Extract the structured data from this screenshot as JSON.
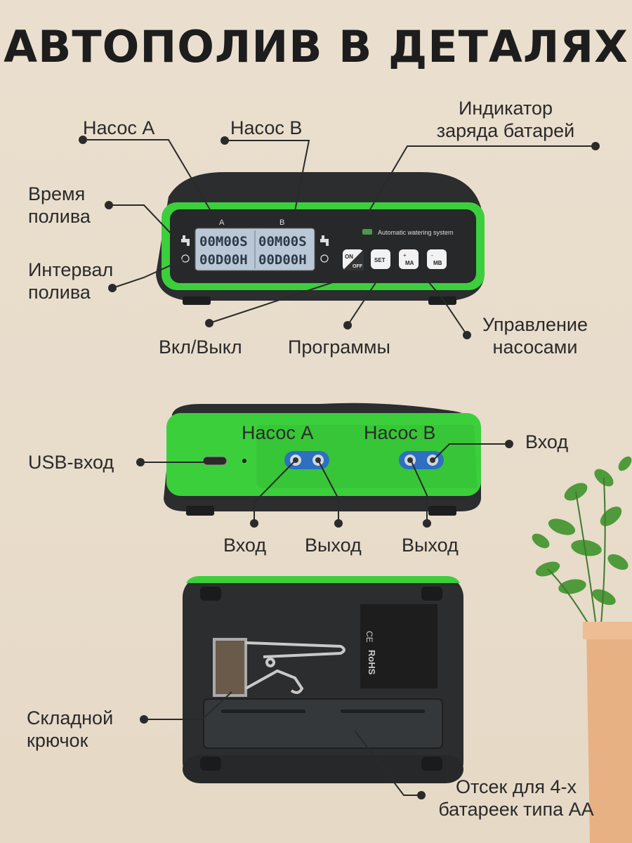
{
  "title": "АВТОПОЛИВ  В ДЕТАЛЯХ",
  "front": {
    "labels": {
      "pump_a": "Насос А",
      "pump_b": "Насос В",
      "battery": "Индикатор\nзаряда батарей",
      "watering_time": "Время\nполива",
      "watering_interval": "Интервал\nполива",
      "power": "Вкл/Выкл",
      "programs": "Программы",
      "pump_control": "Управление\nнасосами"
    },
    "device": {
      "channel_a": "A",
      "channel_b": "B",
      "brand_text": "Automatic watering system",
      "lcd_row1": "00M00S",
      "lcd_row2": "00D00H",
      "btn_on": "ON",
      "btn_off": "OFF",
      "btn_set": "SET",
      "btn_ma": "MA",
      "btn_mb": "MB",
      "btn_plus": "+",
      "btn_minus": "-"
    }
  },
  "back": {
    "labels": {
      "usb": "USB-вход",
      "pump_a": "Насос А",
      "pump_b": "Насос В",
      "inlet_b": "Вход",
      "inlet_a": "Вход",
      "outlet_a": "Выход",
      "outlet_b": "Выход"
    }
  },
  "bottom": {
    "labels": {
      "hook": "Складной\nкрючок",
      "battery_bay": "Отсек для 4-х\nбатареек типа АА"
    },
    "device": {
      "rohs": "RoHS",
      "ce": "CE"
    }
  },
  "colors": {
    "green": "#3ccf3c",
    "dark_green": "#1e8a1e",
    "body": "#2b2d2f",
    "lcd": "#b9c7d6",
    "pot": "#e8b184",
    "leaf": "#4f9a3a"
  }
}
